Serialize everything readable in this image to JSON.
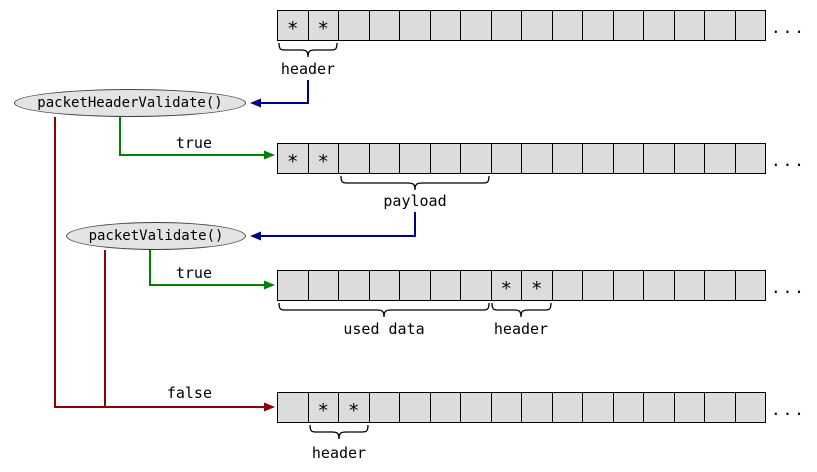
{
  "diagram": {
    "nodes": [
      {
        "id": "packetHeaderValidate",
        "label": "packetHeaderValidate()"
      },
      {
        "id": "packetValidate",
        "label": "packetValidate()"
      }
    ],
    "edge_labels": {
      "true_1": "true",
      "true_2": "true",
      "false_1": "false"
    },
    "braces": {
      "header1": "header",
      "payload": "payload",
      "used_data": "used data",
      "header3": "header",
      "header4": "header"
    },
    "ellipsis": "...",
    "asterisk": "*",
    "arrays": [
      {
        "name": "packet-array-1",
        "cell_count": 16,
        "asterisk_cells": [
          0,
          1
        ],
        "crossed_cells": []
      },
      {
        "name": "packet-array-2",
        "cell_count": 16,
        "asterisk_cells": [
          0,
          1
        ],
        "crossed_cells": []
      },
      {
        "name": "packet-array-3",
        "cell_count": 16,
        "asterisk_cells": [
          7,
          8
        ],
        "crossed_cells": [
          0,
          1,
          2,
          3,
          4,
          5,
          6
        ]
      },
      {
        "name": "packet-array-4",
        "cell_count": 16,
        "asterisk_cells": [
          1,
          2
        ],
        "crossed_cells": [
          0
        ]
      }
    ],
    "colors": {
      "background": "#ffffff",
      "text": "#000000",
      "cell_fill": "#dcdcdc",
      "cell_border": "#000000",
      "node_fill": "#e3e3e3",
      "node_border": "#444444",
      "arrow_blue": "#00008b",
      "arrow_green": "#008000",
      "arrow_red": "#8b0000",
      "cross_blue": "#6688bb"
    }
  }
}
